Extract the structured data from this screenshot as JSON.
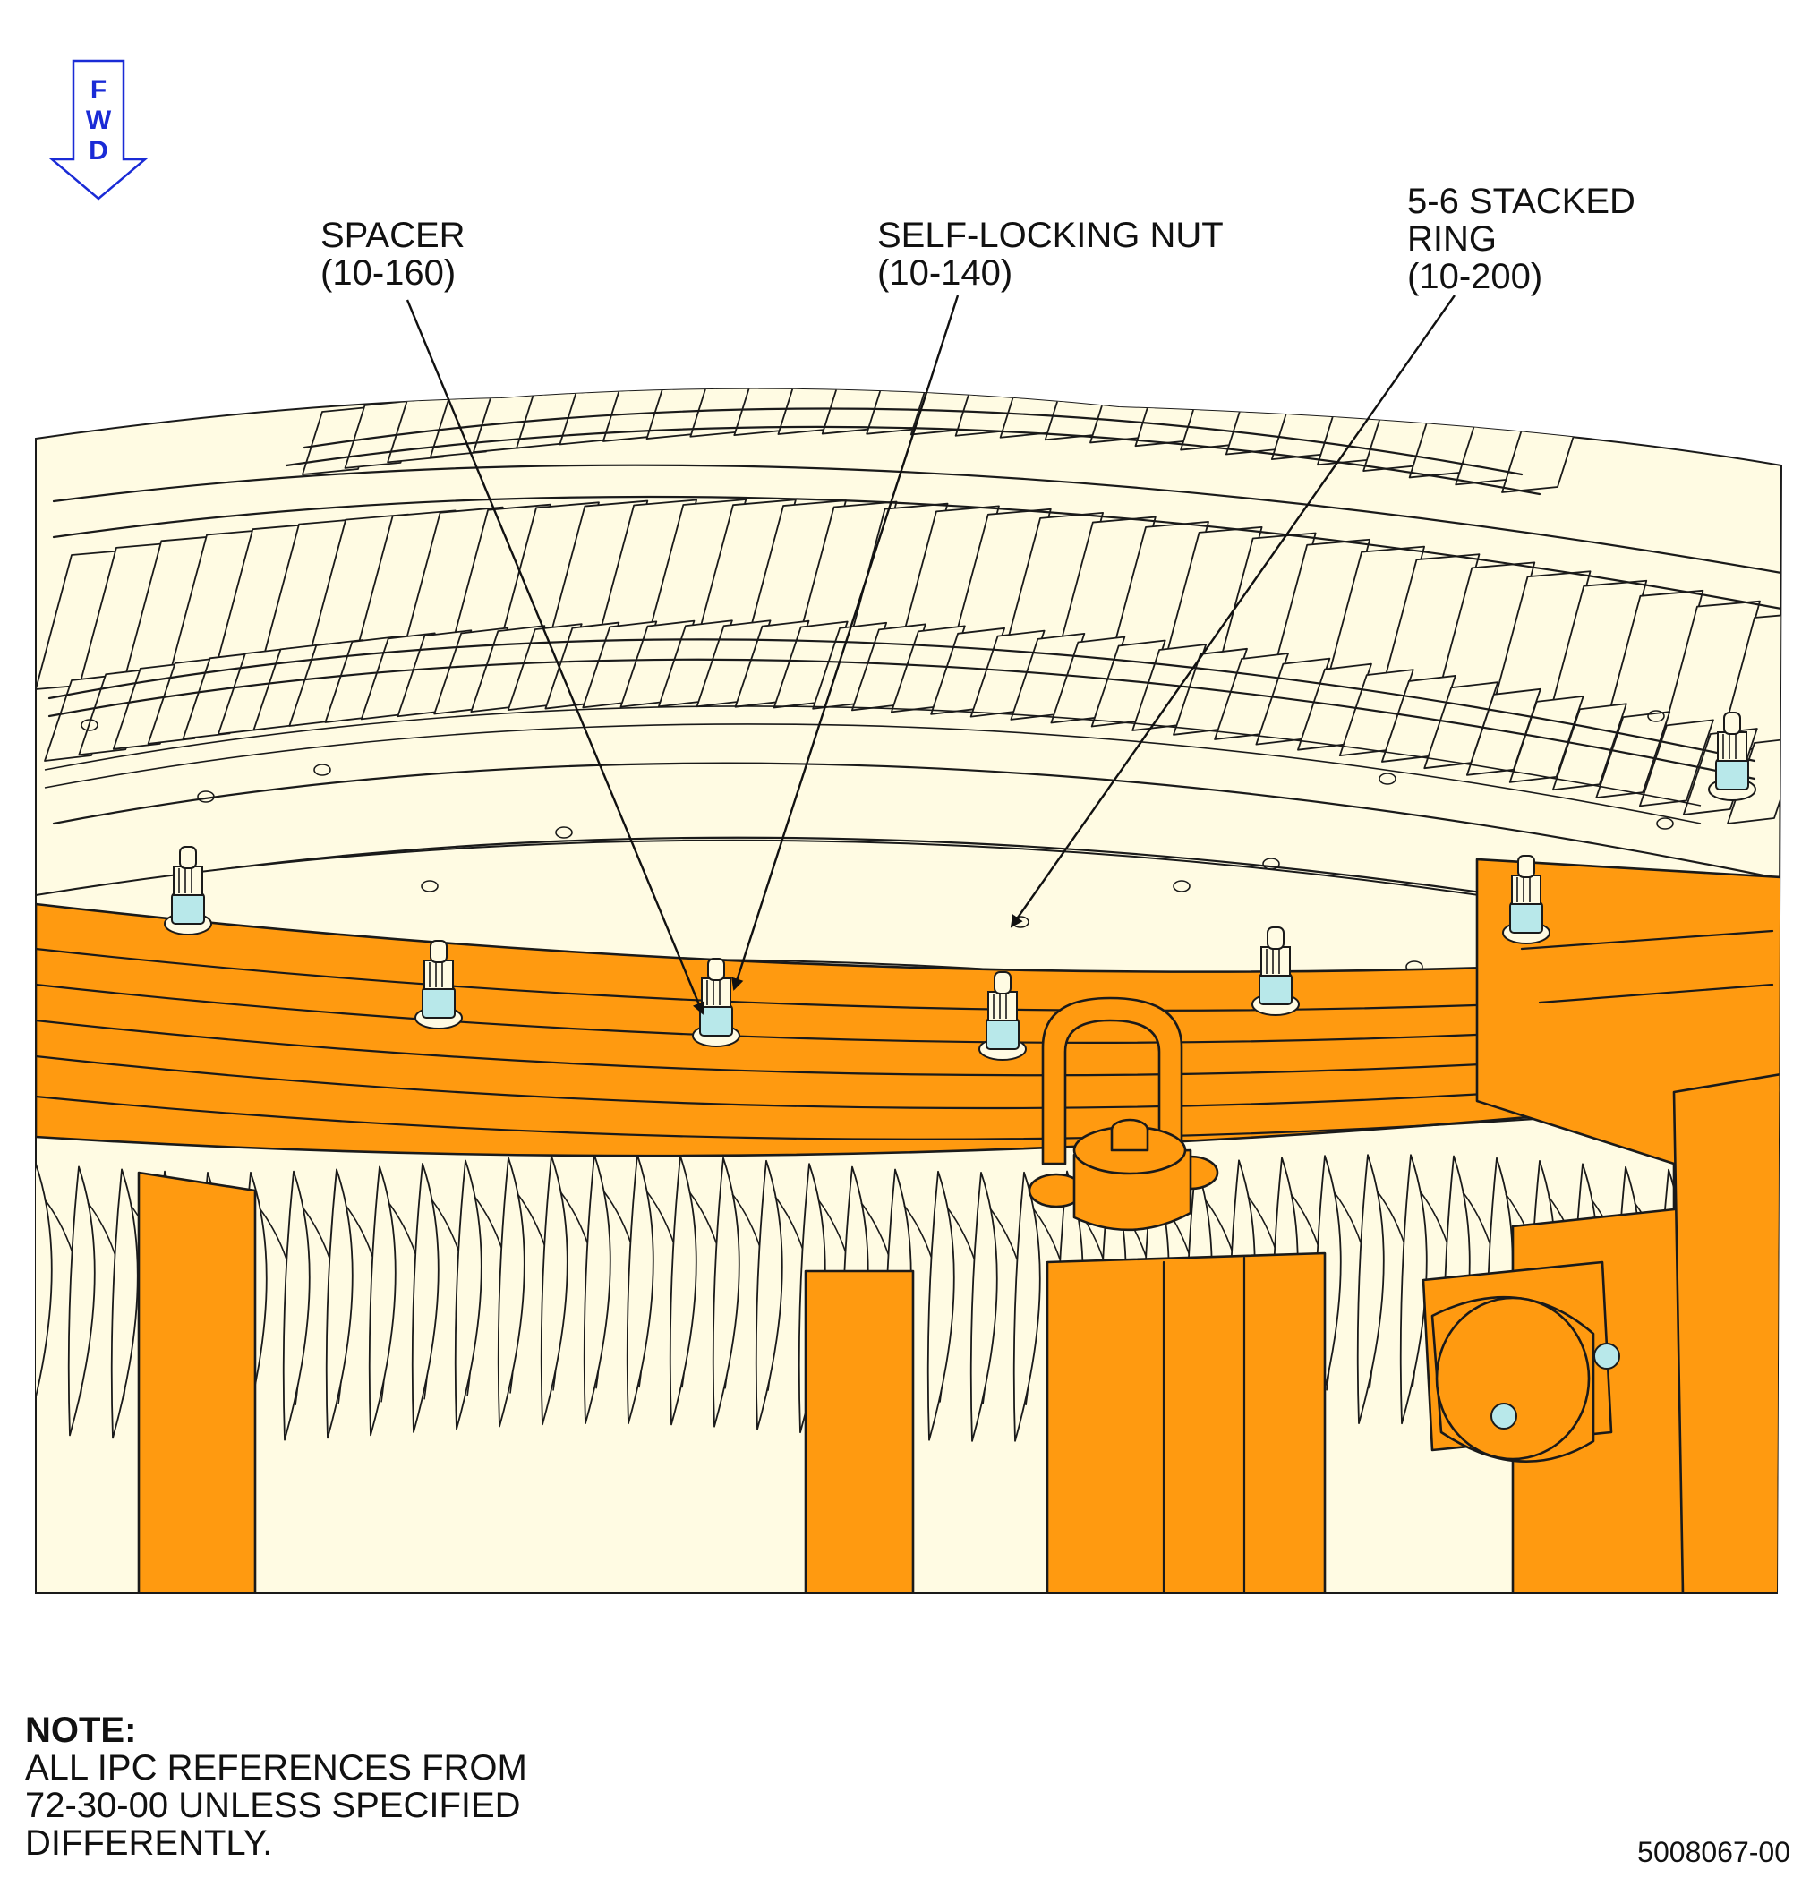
{
  "direction_indicator": {
    "letters": [
      "F",
      "W",
      "D"
    ],
    "color": "#1a2bd6"
  },
  "callouts": [
    {
      "id": "spacer",
      "lines": [
        "SPACER",
        "(10-160)"
      ]
    },
    {
      "id": "nut",
      "lines": [
        "SELF-LOCKING NUT",
        "(10-140)"
      ]
    },
    {
      "id": "ring",
      "lines": [
        "5-6 STACKED",
        "RING",
        "(10-200)"
      ]
    }
  ],
  "note": {
    "title": "NOTE:",
    "lines": [
      "ALL IPC REFERENCES FROM",
      "72-30-00 UNLESS SPECIFIED",
      "DIFFERENTLY."
    ]
  },
  "figure_number": "5008067-00",
  "colors": {
    "casing": "#fffbe3",
    "fixture": "#ff9a10",
    "hardware": "#b8e8ea",
    "ink": "#1a1a1a"
  }
}
